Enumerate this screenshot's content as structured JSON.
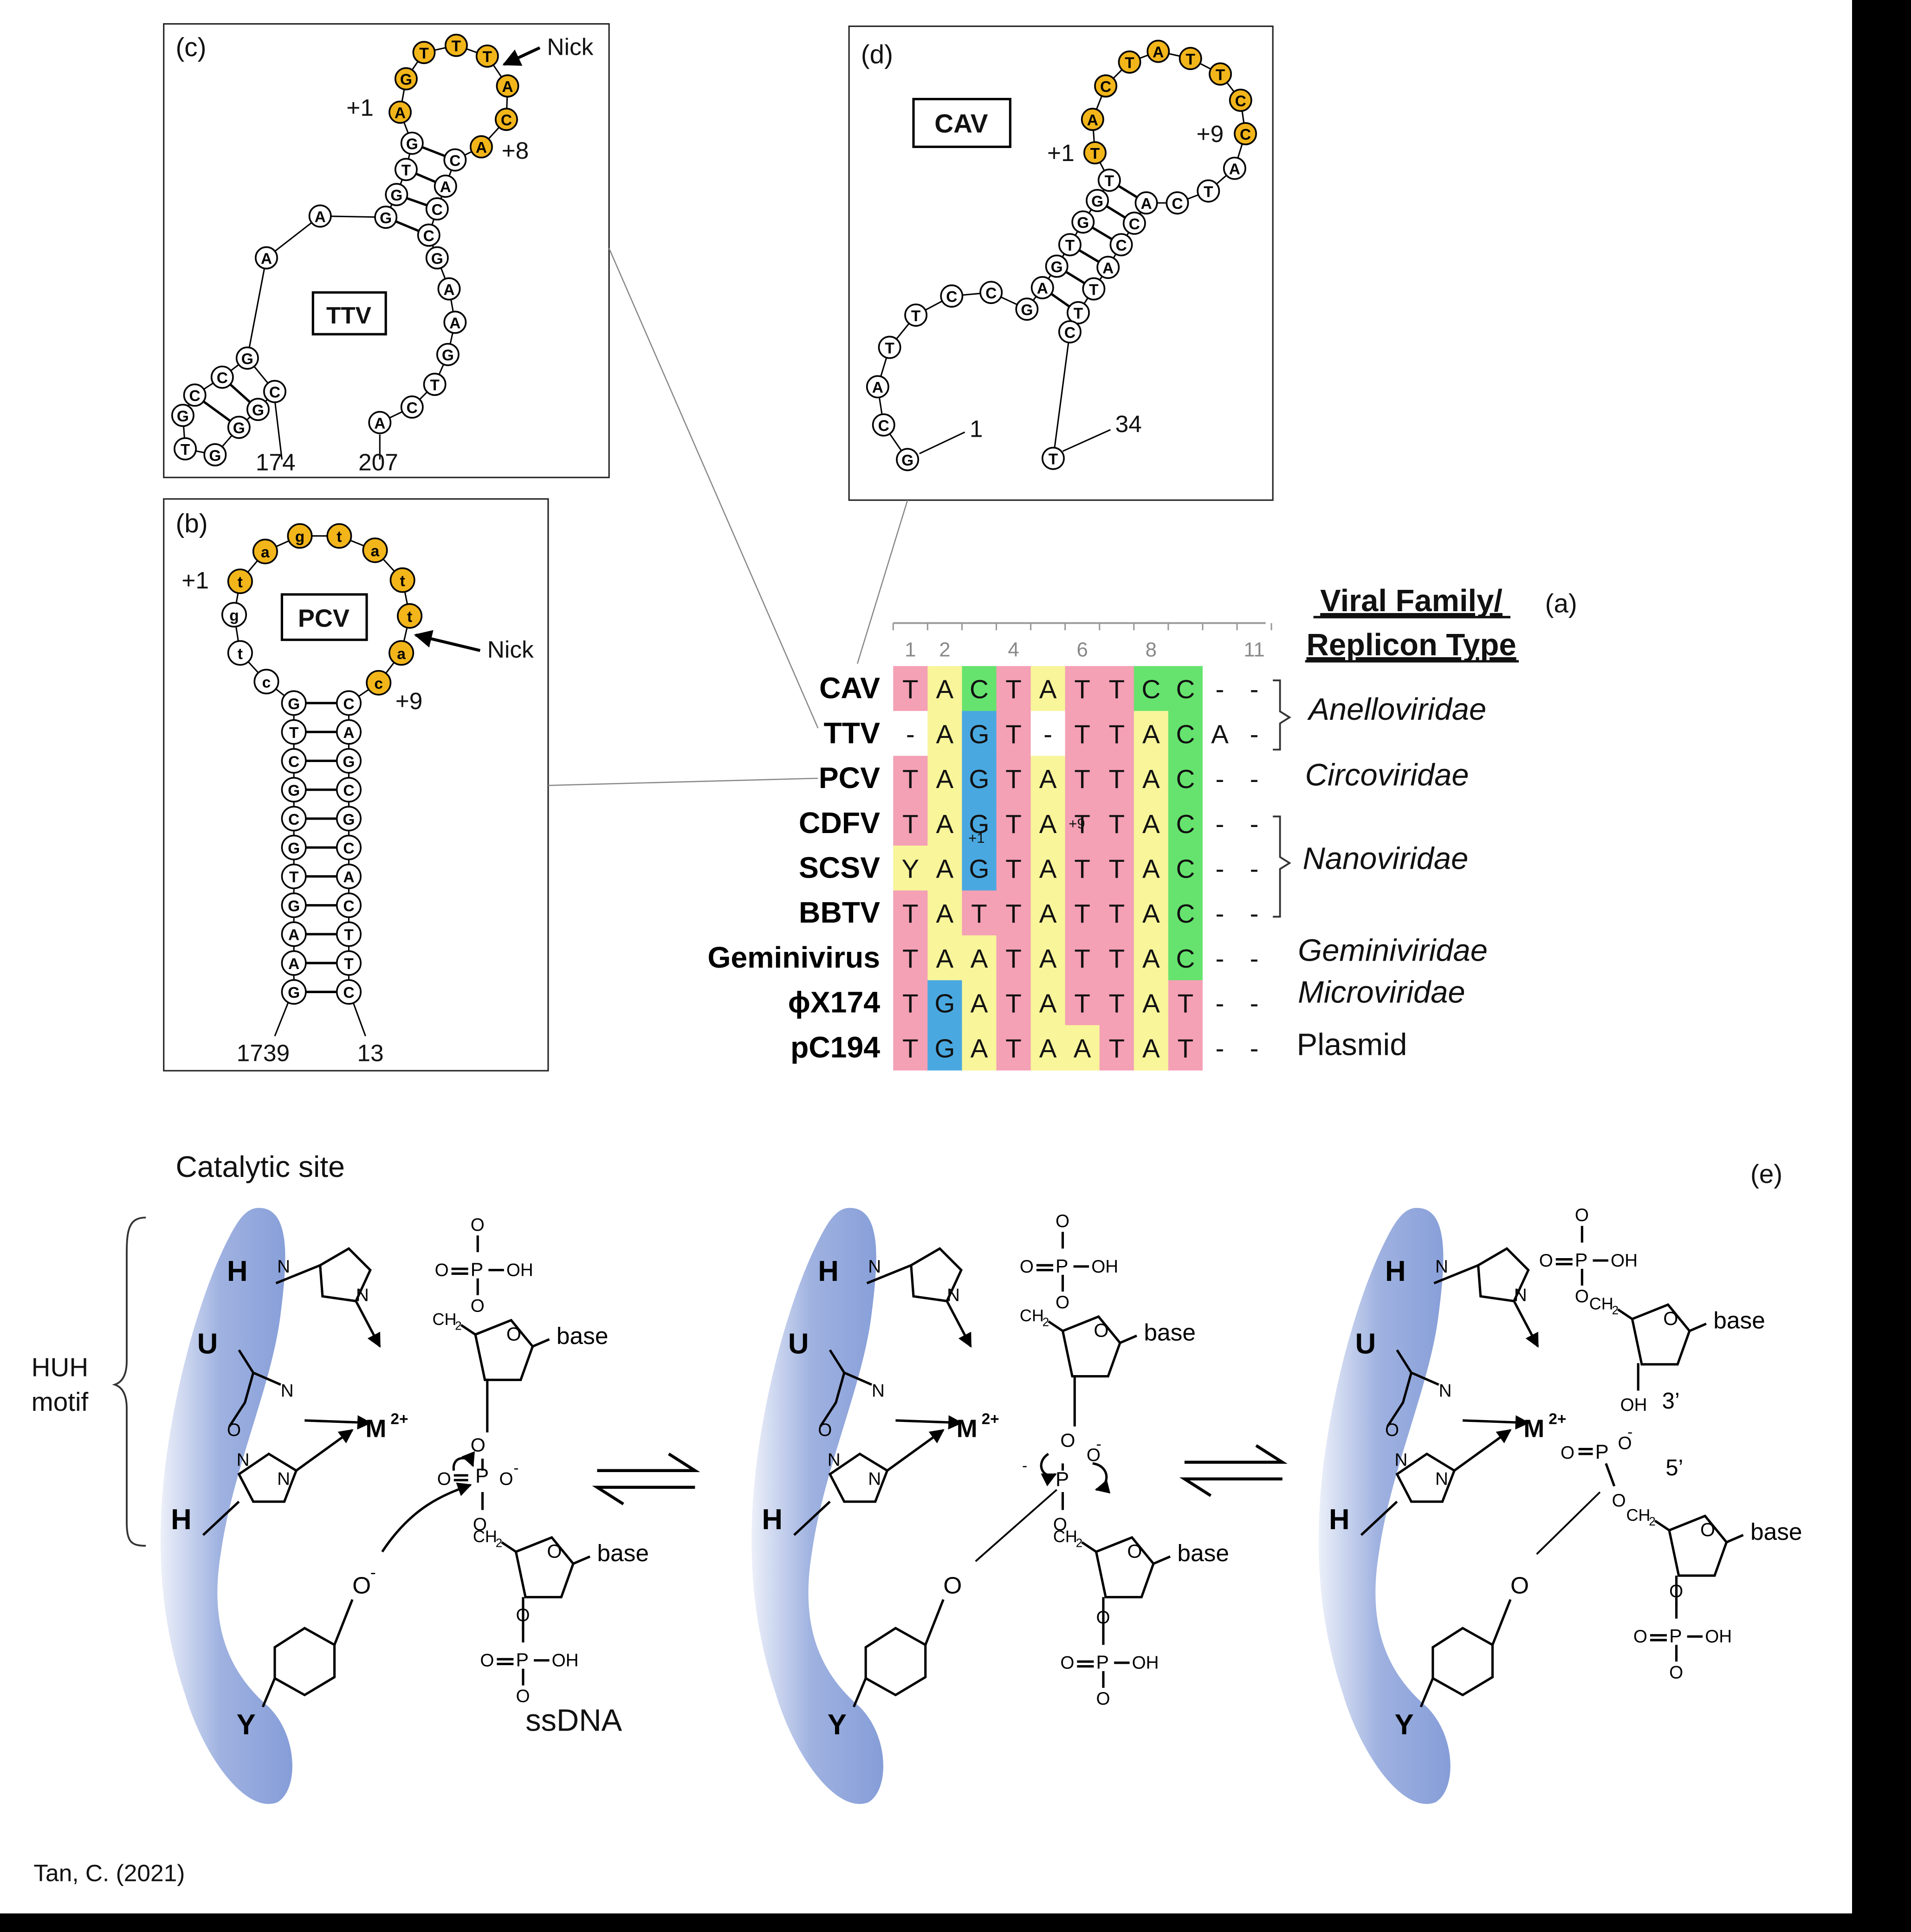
{
  "panels": {
    "a": {
      "letter": "(a)"
    },
    "b": {
      "letter": "(b)",
      "name": "PCV",
      "nick": "Nick",
      "plus1": "+1",
      "plus9": "+9",
      "num_left": "1739",
      "num_right": "13"
    },
    "c": {
      "letter": "(c)",
      "name": "TTV",
      "nick": "Nick",
      "plus1": "+1",
      "plus8": "+8",
      "num_left": "174",
      "num_right": "207"
    },
    "d": {
      "letter": "(d)",
      "name": "CAV",
      "plus1": "+1",
      "plus9": "+9",
      "num_left": "1",
      "num_right": "34"
    },
    "e": {
      "letter": "(e)"
    }
  },
  "alignment": {
    "header_line1": "Viral Family/",
    "header_line2": "Replicon Type",
    "ruler_ticks": [
      "1",
      "2",
      "4",
      "6",
      "8",
      "11"
    ],
    "overlay_plus1": "+1",
    "overlay_plus9": "+9",
    "rows": [
      {
        "name": "CAV",
        "seq": [
          "T",
          "A",
          "C",
          "T",
          "A",
          "T",
          "T",
          "C",
          "C",
          "-",
          "-"
        ]
      },
      {
        "name": "TTV",
        "seq": [
          "-",
          "A",
          "G",
          "T",
          "-",
          "T",
          "T",
          "A",
          "C",
          "A",
          "-"
        ]
      },
      {
        "name": "PCV",
        "seq": [
          "T",
          "A",
          "G",
          "T",
          "A",
          "T",
          "T",
          "A",
          "C",
          "-",
          "-"
        ]
      },
      {
        "name": "CDFV",
        "seq": [
          "T",
          "A",
          "G",
          "T",
          "A",
          "T",
          "T",
          "A",
          "C",
          "-",
          "-"
        ]
      },
      {
        "name": "SCSV",
        "seq": [
          "Y",
          "A",
          "G",
          "T",
          "A",
          "T",
          "T",
          "A",
          "C",
          "-",
          "-"
        ]
      },
      {
        "name": "BBTV",
        "seq": [
          "T",
          "A",
          "T",
          "T",
          "A",
          "T",
          "T",
          "A",
          "C",
          "-",
          "-"
        ]
      },
      {
        "name": "Geminivirus",
        "seq": [
          "T",
          "A",
          "A",
          "T",
          "A",
          "T",
          "T",
          "A",
          "C",
          "-",
          "-"
        ]
      },
      {
        "name": "ϕX174",
        "seq": [
          "T",
          "G",
          "A",
          "T",
          "A",
          "T",
          "T",
          "A",
          "T",
          "-",
          "-"
        ]
      },
      {
        "name": "pC194",
        "seq": [
          "T",
          "G",
          "A",
          "T",
          "A",
          "A",
          "T",
          "A",
          "T",
          "-",
          "-"
        ]
      }
    ],
    "families": [
      "Anelloviridae",
      "Circoviridae",
      "Nanoviridae",
      "Geminiviridae",
      "Microviridae",
      "Plasmid"
    ],
    "colors": {
      "T": "#f4a0b5",
      "A": "#f8f59a",
      "G": "#4aa8e0",
      "C": "#66e36e",
      "Y": "#f8f59a"
    }
  },
  "mechanism": {
    "catalytic_site": "Catalytic site",
    "huh_motif": [
      "HUH",
      "motif"
    ],
    "residues": [
      "H",
      "U",
      "H",
      "Y"
    ],
    "metal": "M",
    "metal_charge": "2+",
    "base": "base",
    "ssdna": "ssDNA",
    "oh": "OH",
    "o": "O",
    "p": "P",
    "ch2": "CH",
    "prime3": "3’",
    "prime5": "5’",
    "neg": "-"
  },
  "credit": "Tan, C. (2021)",
  "colors": {
    "highlight_nt": "#f2b51a",
    "protein": "#7f98d6"
  }
}
